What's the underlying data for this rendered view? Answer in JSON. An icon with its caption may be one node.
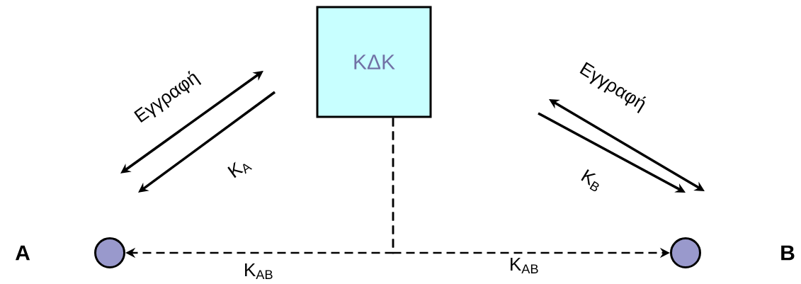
{
  "diagram": {
    "nodes": [
      {
        "text": [
          "ΚΔΚ"
        ]
      },
      {
        "text": [],
        "shape": "circle",
        "beside": [
          "A"
        ]
      },
      {
        "text": [],
        "shape": "circle",
        "beside": [
          "B"
        ]
      }
    ],
    "edges": [
      {
        "from": 0,
        "to": 1,
        "arrow": "to",
        "style": "dashed",
        "label": "K$_{AB}$"
      },
      {
        "from": 0,
        "to": 2,
        "arrow": "to",
        "style": "dashed",
        "label": "K$_{AB}$"
      }
    ],
    "labels": [
      "Εγγραφή",
      "K$_{A}$",
      "Εγγραφή",
      "K$_{B}$"
    ]
  }
}
